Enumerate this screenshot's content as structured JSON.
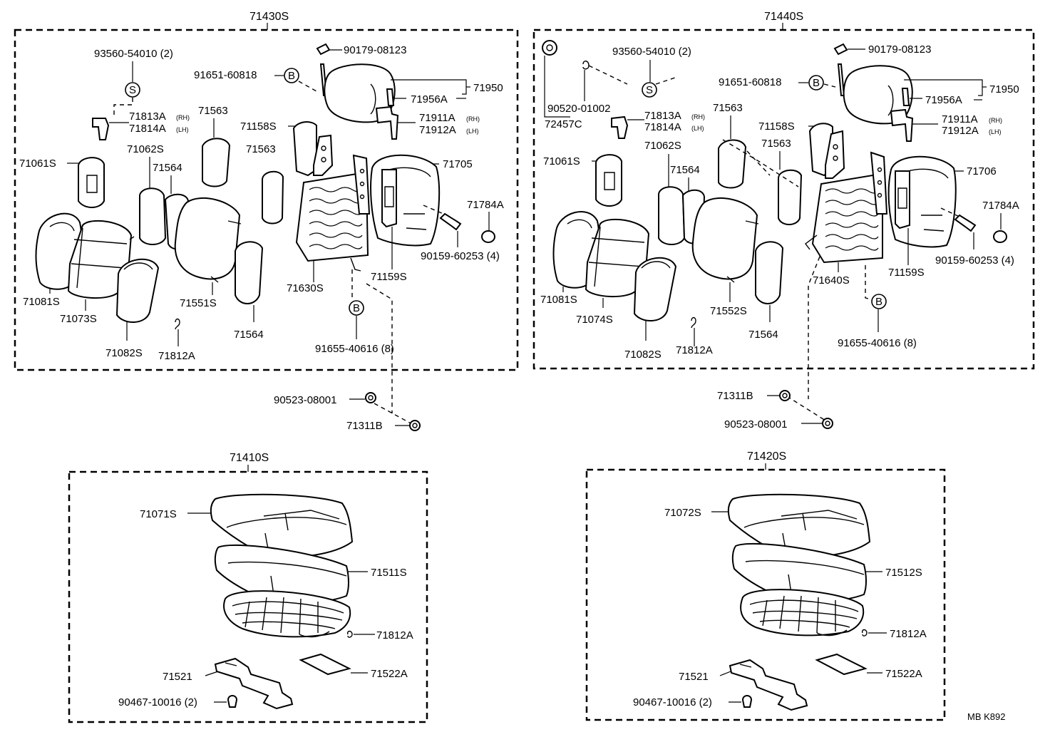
{
  "diagram_code": "MB K892",
  "assemblies": {
    "front_left": "71430S",
    "front_right": "71440S",
    "cushion_left": "71410S",
    "cushion_right": "71420S"
  },
  "symbols": {
    "s": "S",
    "b": "B"
  },
  "left": {
    "p93560": "93560-54010 (2)",
    "p90179": "90179-08123",
    "p91651": "91651-60818",
    "p71950": "71950",
    "p71956a": "71956A",
    "p71911a": "71911A",
    "p71911a_side": "(RH)",
    "p71912a": "71912A",
    "p71912a_side": "(LH)",
    "p71813a": "71813A",
    "p71813a_side": "(RH)",
    "p71814a": "71814A",
    "p71814a_side": "(LH)",
    "p71563a": "71563",
    "p71563b": "71563",
    "p71158s": "71158S",
    "p71061s": "71061S",
    "p71062s": "71062S",
    "p71564a": "71564",
    "p71564b": "71564",
    "p71705": "71705",
    "p71784a": "71784A",
    "p90159": "90159-60253 (4)",
    "p71081s": "71081S",
    "p71073s": "71073S",
    "p71551s": "71551S",
    "p71630s": "71630S",
    "p71159s": "71159S",
    "p71082s": "71082S",
    "p71812a": "71812A",
    "p91655": "91655-40616 (8)",
    "p90523": "90523-08001",
    "p71311b": "71311B"
  },
  "right": {
    "p93560": "93560-54010 (2)",
    "p90179": "90179-08123",
    "p91651": "91651-60818",
    "p71950": "71950",
    "p71956a": "71956A",
    "p90520": "90520-01002",
    "p72457c": "72457C",
    "p71813a": "71813A",
    "p71813a_side": "(RH)",
    "p71814a": "71814A",
    "p71814a_side": "(LH)",
    "p71911a": "71911A",
    "p71911a_side": "(RH)",
    "p71912a": "71912A",
    "p71912a_side": "(LH)",
    "p71563a": "71563",
    "p71563b": "71563",
    "p71158s": "71158S",
    "p71061s": "71061S",
    "p71062s": "71062S",
    "p71564a": "71564",
    "p71564b": "71564",
    "p71706": "71706",
    "p71784a": "71784A",
    "p90159": "90159-60253 (4)",
    "p71081s": "71081S",
    "p71074s": "71074S",
    "p71552s": "71552S",
    "p71640s": "71640S",
    "p71159s": "71159S",
    "p71082s": "71082S",
    "p71812a": "71812A",
    "p91655": "91655-40616 (8)",
    "p71311b": "71311B",
    "p90523": "90523-08001"
  },
  "cushion_left": {
    "p71071s": "71071S",
    "p71511s": "71511S",
    "p71812a": "71812A",
    "p71521": "71521",
    "p71522a": "71522A",
    "p90467": "90467-10016 (2)"
  },
  "cushion_right": {
    "p71072s": "71072S",
    "p71512s": "71512S",
    "p71812a": "71812A",
    "p71521": "71521",
    "p71522a": "71522A",
    "p90467": "90467-10016 (2)"
  }
}
